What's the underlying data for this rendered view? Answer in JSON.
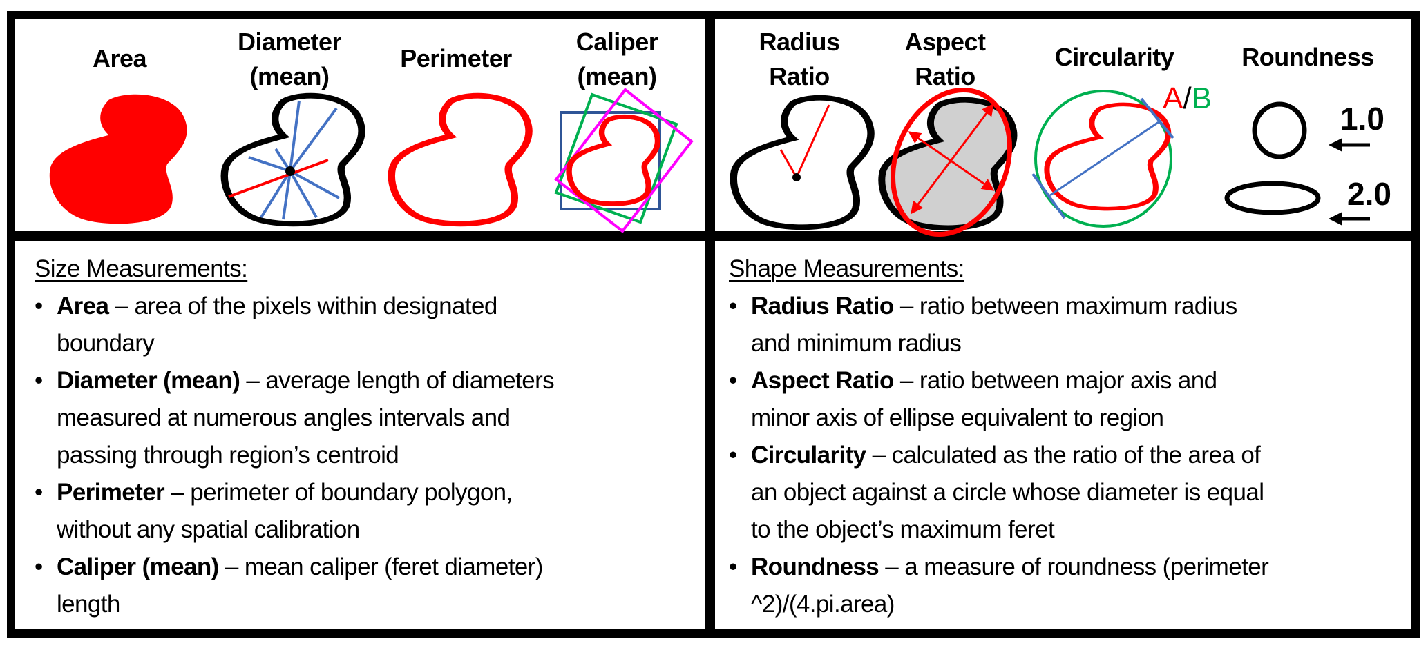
{
  "size_panel": {
    "titles": [
      {
        "line1": "Area",
        "line2": ""
      },
      {
        "line1": "Diameter",
        "line2": "(mean)"
      },
      {
        "line1": "Perimeter",
        "line2": ""
      },
      {
        "line1": "Caliper",
        "line2": "(mean)"
      }
    ],
    "heading": "Size Measurements:",
    "items": [
      {
        "term": "Area",
        "lines": [
          " – area of the pixels within designated",
          "boundary"
        ]
      },
      {
        "term": "Diameter (mean)",
        "lines": [
          " – average length of diameters",
          "measured at numerous angles intervals and",
          "passing through region’s centroid"
        ]
      },
      {
        "term": "Perimeter",
        "lines": [
          " – perimeter of boundary polygon,",
          "without any spatial calibration"
        ]
      },
      {
        "term": "Caliper (mean)",
        "lines": [
          " – mean caliper (feret diameter)",
          "length"
        ]
      }
    ]
  },
  "shape_panel": {
    "titles": [
      {
        "line1": "Radius",
        "line2": "Ratio"
      },
      {
        "line1": "Aspect",
        "line2": "Ratio"
      },
      {
        "line1": "Circularity",
        "line2": ""
      },
      {
        "line1": "Roundness",
        "line2": ""
      }
    ],
    "circularity_label": {
      "a": "A",
      "slash": "/",
      "b": "B"
    },
    "roundness_values": [
      "1.0",
      "2.0"
    ],
    "heading": "Shape Measurements:",
    "items": [
      {
        "term": "Radius Ratio",
        "lines": [
          " – ratio between maximum radius",
          "and minimum radius"
        ]
      },
      {
        "term": "Aspect Ratio",
        "lines": [
          " – ratio between major axis and",
          "minor axis of ellipse equivalent to region"
        ]
      },
      {
        "term": "Circularity",
        "lines": [
          " – calculated as the ratio of the area of",
          "an object against a circle whose diameter is equal",
          "to the object’s maximum feret"
        ]
      },
      {
        "term": "Roundness",
        "lines": [
          " – a measure of roundness (perimeter",
          "^2)/(4.pi.area)"
        ]
      }
    ]
  },
  "colors": {
    "red": "#ff0000",
    "blue": "#4472c4",
    "green": "#00b050",
    "magenta": "#ff00ff",
    "navy": "#2f5597",
    "grey": "#d0d0d0"
  }
}
